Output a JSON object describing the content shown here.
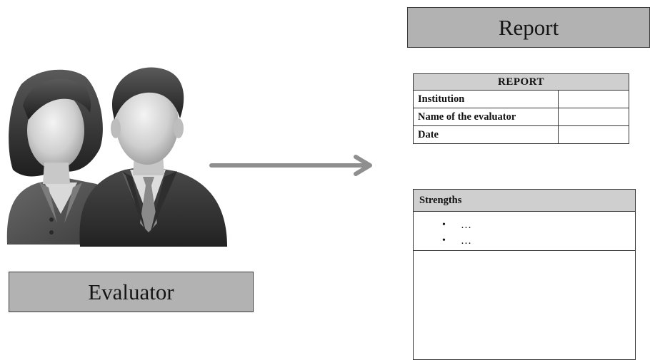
{
  "diagram": {
    "evaluator_label": "Evaluator",
    "report_label": "Report",
    "arrow_icon": "right-arrow-icon",
    "people_icon": "two-people-icon"
  },
  "report_form": {
    "title": "REPORT",
    "rows": [
      {
        "label": "Institution",
        "value": ""
      },
      {
        "label": "Name of the evaluator",
        "value": ""
      },
      {
        "label": "Date",
        "value": ""
      }
    ]
  },
  "strengths_form": {
    "title": "Strengths",
    "items": [
      "…",
      "…"
    ],
    "bullet": "•"
  }
}
